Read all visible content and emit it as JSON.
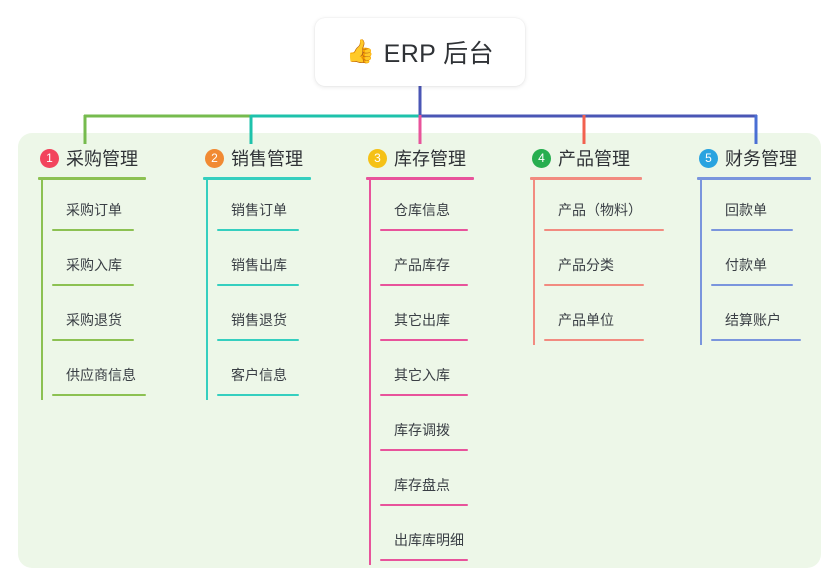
{
  "diagram": {
    "type": "mind-map",
    "title": "ERP 后台",
    "background_color": "#ffffff",
    "panel_color": "#edf7e8"
  },
  "root": {
    "icon": "thumbs-up-icon",
    "emoji": "👍",
    "label": "ERP 后台"
  },
  "connector_colors": {
    "trunk": "#4a56b5",
    "segment_green": "#76bb4e",
    "segment_teal": "#1ec2ab",
    "segment_blue": "#4a56b5",
    "drop_1": "#76bb4e",
    "drop_2": "#1ec2ab",
    "drop_3": "#e8539b",
    "drop_4": "#f2614f",
    "drop_5": "#4a6fd4"
  },
  "columns": [
    {
      "number": "1",
      "badge_color": "#f2445c",
      "line_color": "#8cc152",
      "spine_color": "#8cc152",
      "title": "采购管理",
      "items": [
        {
          "label": "采购订单"
        },
        {
          "label": "采购入库"
        },
        {
          "label": "采购退货"
        },
        {
          "label": "供应商信息"
        }
      ]
    },
    {
      "number": "2",
      "badge_color": "#f18a33",
      "line_color": "#35cfbf",
      "spine_color": "#35cfbf",
      "title": "销售管理",
      "items": [
        {
          "label": "销售订单"
        },
        {
          "label": "销售出库"
        },
        {
          "label": "销售退货"
        },
        {
          "label": "客户信息"
        }
      ]
    },
    {
      "number": "3",
      "badge_color": "#f5c117",
      "line_color": "#e8539b",
      "spine_color": "#e8539b",
      "title": "库存管理",
      "items": [
        {
          "label": "仓库信息"
        },
        {
          "label": "产品库存"
        },
        {
          "label": "其它出库"
        },
        {
          "label": "其它入库"
        },
        {
          "label": "库存调拨"
        },
        {
          "label": "库存盘点"
        },
        {
          "label": "出库库明细"
        }
      ]
    },
    {
      "number": "4",
      "badge_color": "#27ae4f",
      "line_color": "#f28b80",
      "spine_color": "#f28b80",
      "title": "产品管理",
      "items": [
        {
          "label": "产品（物料）"
        },
        {
          "label": "产品分类"
        },
        {
          "label": "产品单位"
        }
      ]
    },
    {
      "number": "5",
      "badge_color": "#29a3e0",
      "line_color": "#7a95dd",
      "spine_color": "#7a95dd",
      "title": "财务管理",
      "items": [
        {
          "label": "回款单"
        },
        {
          "label": "付款单"
        },
        {
          "label": "结算账户"
        }
      ]
    }
  ]
}
